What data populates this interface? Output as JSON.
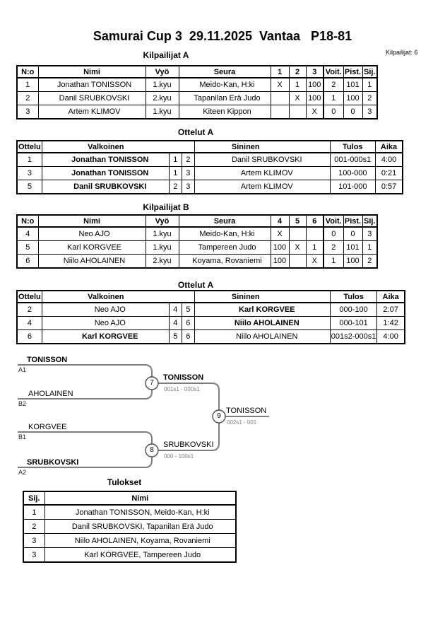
{
  "page": {
    "title": "Samurai Cup 3  29.11.2025  Vantaa   P18-81",
    "competitors_label": "Kilpailijat: 6"
  },
  "colors": {
    "bracket_line": "#7d7d7d",
    "score_text": "#7d7d7d",
    "border": "#000000"
  },
  "pool_a": {
    "title": "Kilpailijat A",
    "headers": {
      "no": "N:o",
      "nimi": "Nimi",
      "vyo": "Vyö",
      "seura": "Seura",
      "c1": "1",
      "c2": "2",
      "c3": "3",
      "voit": "Voit.",
      "pist": "Pist.",
      "sij": "Sij."
    },
    "rows": [
      {
        "no": "1",
        "name": "Jonathan TONISSON",
        "belt": "1.kyu",
        "club": "Meido-Kan, H:ki",
        "c1": "X",
        "c2": "1",
        "c3": "100",
        "wins": "2",
        "pts": "101",
        "place": "1"
      },
      {
        "no": "2",
        "name": "Danil SRUBKOVSKI",
        "belt": "2.kyu",
        "club": "Tapanilan Erä Judo",
        "c1": "",
        "c2": "X",
        "c3": "100",
        "wins": "1",
        "pts": "100",
        "place": "2"
      },
      {
        "no": "3",
        "name": "Artem KLIMOV",
        "belt": "1.kyu",
        "club": "Kiteen Kippon",
        "c1": "",
        "c2": "",
        "c3": "X",
        "wins": "0",
        "pts": "0",
        "place": "3"
      }
    ]
  },
  "matches_a": {
    "title": "Ottelut A",
    "headers": {
      "ottelu": "Ottelu",
      "valkoinen": "Valkoinen",
      "sininen": "Sininen",
      "tulos": "Tulos",
      "aika": "Aika"
    },
    "rows": [
      {
        "match": "1",
        "white": "Jonathan TONISSON",
        "wno": "1",
        "bno": "2",
        "blue": "Danil SRUBKOVSKI",
        "score": "001-000s1",
        "time": "4:00",
        "winner": "white"
      },
      {
        "match": "3",
        "white": "Jonathan TONISSON",
        "wno": "1",
        "bno": "3",
        "blue": "Artem KLIMOV",
        "score": "100-000",
        "time": "0:21",
        "winner": "white"
      },
      {
        "match": "5",
        "white": "Danil SRUBKOVSKI",
        "wno": "2",
        "bno": "3",
        "blue": "Artem KLIMOV",
        "score": "101-000",
        "time": "0:57",
        "winner": "white"
      }
    ]
  },
  "pool_b": {
    "title": "Kilpailijat B",
    "headers": {
      "no": "N:o",
      "nimi": "Nimi",
      "vyo": "Vyö",
      "seura": "Seura",
      "c1": "4",
      "c2": "5",
      "c3": "6",
      "voit": "Voit.",
      "pist": "Pist.",
      "sij": "Sij."
    },
    "rows": [
      {
        "no": "4",
        "name": "Neo AJO",
        "belt": "1.kyu",
        "club": "Meido-Kan, H:ki",
        "c1": "X",
        "c2": "",
        "c3": "",
        "wins": "0",
        "pts": "0",
        "place": "3"
      },
      {
        "no": "5",
        "name": "Karl KORGVEE",
        "belt": "1.kyu",
        "club": "Tampereen Judo",
        "c1": "100",
        "c2": "X",
        "c3": "1",
        "wins": "2",
        "pts": "101",
        "place": "1"
      },
      {
        "no": "6",
        "name": "Niilo AHOLAINEN",
        "belt": "2.kyu",
        "club": "Koyama, Rovaniemi",
        "c1": "100",
        "c2": "",
        "c3": "X",
        "wins": "1",
        "pts": "100",
        "place": "2"
      }
    ]
  },
  "matches_b": {
    "title": "Ottelut A",
    "headers": {
      "ottelu": "Ottelu",
      "valkoinen": "Valkoinen",
      "sininen": "Sininen",
      "tulos": "Tulos",
      "aika": "Aika"
    },
    "rows": [
      {
        "match": "2",
        "white": "Neo AJO",
        "wno": "4",
        "bno": "5",
        "blue": "Karl KORGVEE",
        "score": "000-100",
        "time": "2:07",
        "winner": "blue"
      },
      {
        "match": "4",
        "white": "Neo AJO",
        "wno": "4",
        "bno": "6",
        "blue": "Niilo AHOLAINEN",
        "score": "000-101",
        "time": "1:42",
        "winner": "blue"
      },
      {
        "match": "6",
        "white": "Karl KORGVEE",
        "wno": "5",
        "bno": "6",
        "blue": "Niilo AHOLAINEN",
        "score": "001s2-000s1",
        "time": "4:00",
        "winner": "white"
      }
    ]
  },
  "bracket": {
    "slots": [
      {
        "name": "TONISSON",
        "seed": "A1",
        "bold": true
      },
      {
        "name": "AHOLAINEN",
        "seed": "B2",
        "bold": false
      },
      {
        "name": "KORGVEE",
        "seed": "B1",
        "bold": false
      },
      {
        "name": "SRUBKOVSKI",
        "seed": "A2",
        "bold": true
      }
    ],
    "matches": [
      {
        "number": "7",
        "winner": "TONISSON",
        "score": "001s1 - 000s1",
        "bold": true
      },
      {
        "number": "8",
        "winner": "SRUBKOVSKI",
        "score": "000 - 100s1",
        "bold": false
      },
      {
        "number": "9",
        "winner": "TONISSON",
        "score": "002s1 - 001",
        "bold": false
      }
    ]
  },
  "results": {
    "title": "Tulokset",
    "headers": {
      "sij": "Sij.",
      "nimi": "Nimi"
    },
    "rows": [
      {
        "place": "1",
        "name": "Jonathan TONISSON, Meido-Kan, H:ki"
      },
      {
        "place": "2",
        "name": "Danil SRUBKOVSKI, Tapanilan Erä Judo"
      },
      {
        "place": "3",
        "name": "Niilo AHOLAINEN, Koyama, Rovaniemi"
      },
      {
        "place": "3",
        "name": "Karl KORGVEE, Tampereen Judo"
      }
    ]
  }
}
